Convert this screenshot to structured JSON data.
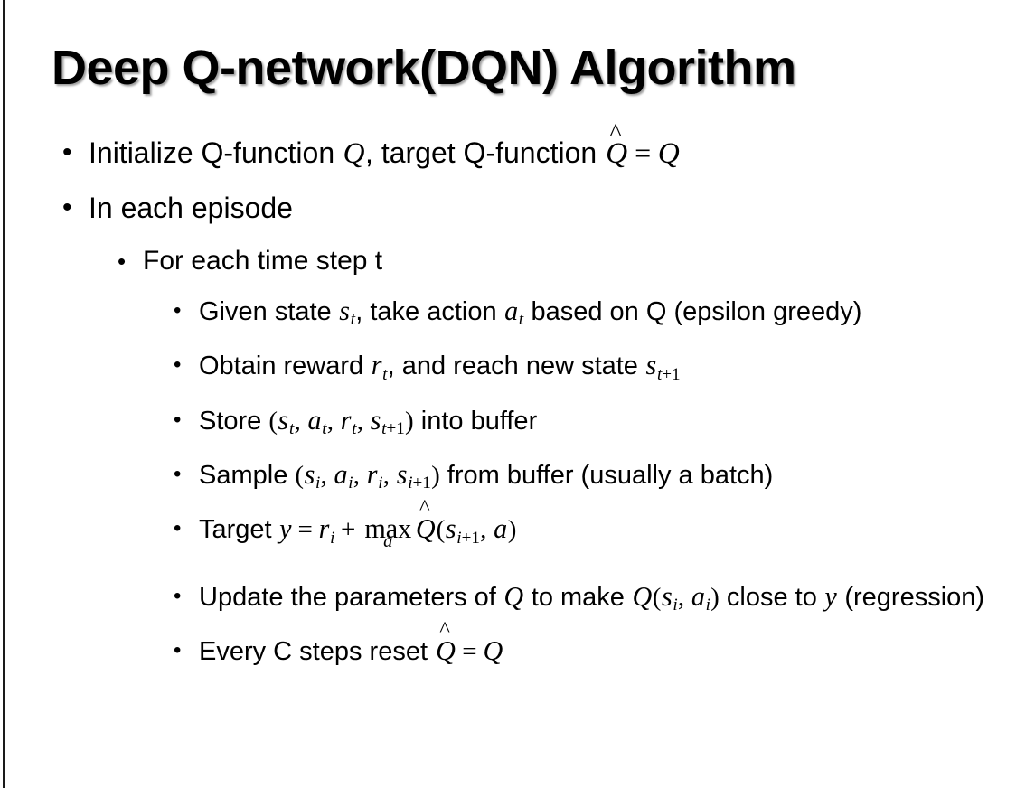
{
  "slide": {
    "title": "Deep Q-network(DQN) Algorithm",
    "bullet_glyph": "•",
    "accent_glyph": "^",
    "text_color": "#000000",
    "background_color": "#ffffff",
    "edge_rule_color": "#1a1a1a"
  },
  "content": {
    "level1": [
      {
        "id": "initialize",
        "plain": "Initialize Q-function Q, target Q-function Q̂ = Q",
        "parts": {
          "a": "Initialize Q-function ",
          "var_q1": "Q",
          "b": ", target Q-function ",
          "qhat": "Q",
          "eq": "=",
          "var_q2": "Q"
        }
      },
      {
        "id": "in-each-episode",
        "plain": "In each episode",
        "parts": {
          "a": "In each episode"
        }
      }
    ],
    "level2": [
      {
        "id": "for-each-time-step",
        "plain": "For each time step t",
        "parts": {
          "a": "For each time step t"
        }
      }
    ],
    "level3": [
      {
        "id": "given-state",
        "plain": "Given state s_t, take action a_t based on Q (epsilon greedy)",
        "parts": {
          "a": "Given state ",
          "s": "s",
          "s_sub": "t",
          "b": ", take action ",
          "c": "a",
          "c_sub": "t",
          "d": " based on Q (epsilon greedy)"
        }
      },
      {
        "id": "obtain-reward",
        "plain": "Obtain reward r_t, and reach new state s_{t+1}",
        "parts": {
          "a": "Obtain reward ",
          "r": "r",
          "r_sub": "t",
          "b": ", and reach new state ",
          "s": "s",
          "s_sub_var": "t",
          "s_sub_up": "+1"
        }
      },
      {
        "id": "store-into-buffer",
        "plain": "Store (s_t, a_t, r_t, s_{t+1}) into buffer",
        "parts": {
          "a": "Store ",
          "open": "(",
          "s": "s",
          "s_sub": "t",
          "c1": ", ",
          "act": "a",
          "act_sub": "t",
          "c2": ", ",
          "rew": "r",
          "rew_sub": "t",
          "c3": ", ",
          "snext": "s",
          "snext_sub_var": "t",
          "snext_sub_up": "+1",
          "close": ")",
          "b": " into buffer"
        }
      },
      {
        "id": "sample-from-buffer",
        "plain": "Sample (s_i, a_i, r_i, s_{i+1}) from buffer (usually a batch)",
        "parts": {
          "a": "Sample ",
          "open": "(",
          "s": "s",
          "s_sub": "i",
          "c1": ", ",
          "act": "a",
          "act_sub": "i",
          "c2": ", ",
          "rew": "r",
          "rew_sub": "i",
          "c3": ", ",
          "snext": "s",
          "snext_sub_var": "i",
          "snext_sub_up": "+1",
          "close": ")",
          "b": " from buffer (usually a batch)"
        }
      },
      {
        "id": "target",
        "plain": "Target y = r_i + max_a Q̂(s_{i+1}, a)",
        "parts": {
          "a": "Target ",
          "y": "y",
          "eq": "=",
          "r": "r",
          "r_sub": "i",
          "plus": "+",
          "maxop": "max",
          "maxsub": "a",
          "qhat": "Q",
          "open": "(",
          "s": "s",
          "s_sub_var": "i",
          "s_sub_up": "+1",
          "comma": ", ",
          "act": "a",
          "close": ")"
        }
      },
      {
        "id": "update-parameters",
        "plain": "Update the parameters of Q to make Q(s_i, a_i) close to y (regression)",
        "parts": {
          "a": "Update the parameters of ",
          "q1": "Q",
          "b": " to make ",
          "q2": "Q",
          "open": "(",
          "s": "s",
          "s_sub": "i",
          "comma": ", ",
          "act": "a",
          "act_sub": "i",
          "close": ")",
          "c": " close to ",
          "y": "y",
          "d": " (regression)"
        }
      },
      {
        "id": "every-c-steps",
        "plain": "Every C steps reset Q̂ = Q",
        "parts": {
          "a": "Every C steps reset ",
          "qhat": "Q",
          "eq": "=",
          "q": "Q"
        }
      }
    ]
  }
}
